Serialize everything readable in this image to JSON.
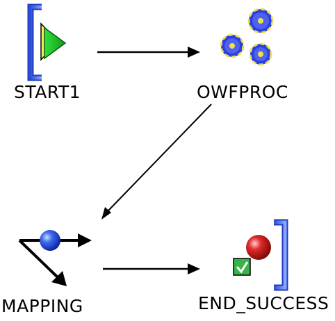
{
  "nodes": [
    {
      "id": "start",
      "label": "START1",
      "icon": "start-activity-icon"
    },
    {
      "id": "owfproc",
      "label": "OWFPROC",
      "icon": "process-gears-icon"
    },
    {
      "id": "mapping",
      "label": "MAPPING",
      "icon": "mapping-icon"
    },
    {
      "id": "end",
      "label": "END_SUCCESS",
      "icon": "end-success-icon"
    }
  ],
  "edges": [
    {
      "from": "start",
      "to": "owfproc"
    },
    {
      "from": "owfproc",
      "to": "mapping"
    },
    {
      "from": "mapping",
      "to": "end"
    }
  ],
  "colors": {
    "bracket_blue": "#3a5ee0",
    "start_green": "#22c22a",
    "gear_blue": "#2a3fe0",
    "gear_yellow": "#f0e050",
    "end_red": "#cc1a1a",
    "check_green": "#3ab24a"
  }
}
